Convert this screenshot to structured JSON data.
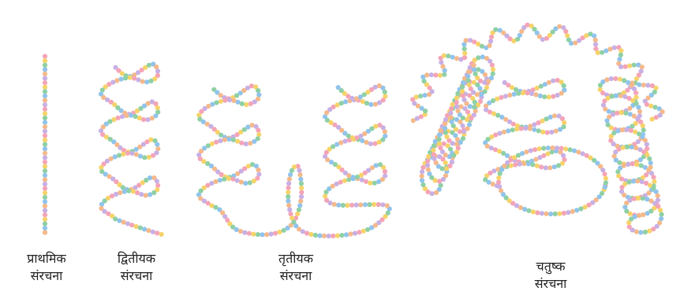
{
  "labels": {
    "primary": {
      "line1": "प्राथमिक",
      "line2": "संरचना"
    },
    "secondary": {
      "line1": "द्वितीयक",
      "line2": "संरचना"
    },
    "tertiary": {
      "line1": "तृतीयक",
      "line2": "संरचना"
    },
    "quaternary": {
      "line1": "चतुष्क",
      "line2": "संरचना"
    }
  },
  "bead_colors": [
    "#f4a4b8",
    "#f6d36a",
    "#8fd0a4",
    "#90c4ec",
    "#f5b98a",
    "#c8b0e4"
  ]
}
